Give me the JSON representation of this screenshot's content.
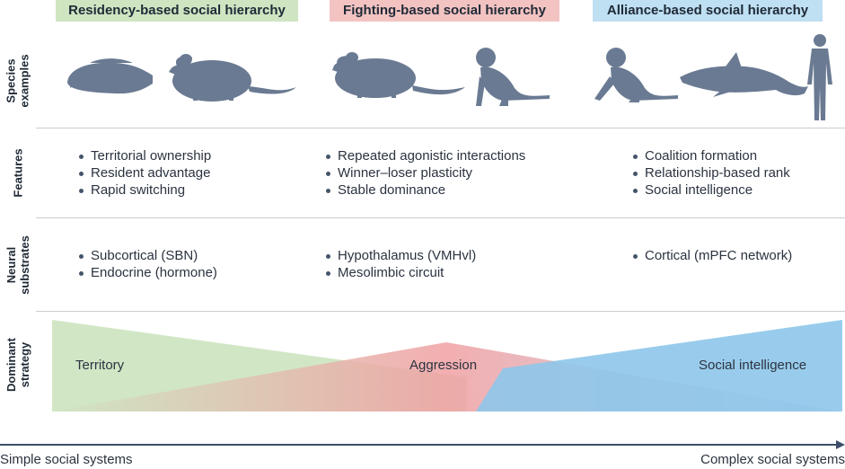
{
  "columns": [
    {
      "title": "Residency-based social hierarchy",
      "color": "#cfe5c2"
    },
    {
      "title": "Fighting-based social hierarchy",
      "color": "#f3c3c2"
    },
    {
      "title": "Alliance-based social hierarchy",
      "color": "#bfdff2"
    }
  ],
  "rows": {
    "species": "Species examples",
    "features": "Features",
    "neural": "Neural substrates",
    "strategy": "Dominant strategy"
  },
  "features": [
    [
      "Territorial ownership",
      "Resident advantage",
      "Rapid switching"
    ],
    [
      "Repeated agonistic interactions",
      "Winner–loser plasticity",
      "Stable dominance"
    ],
    [
      "Coalition formation",
      "Relationship-based rank",
      "Social intelligence"
    ]
  ],
  "neural": [
    [
      "Subcortical (SBN)",
      "Endocrine (hormone)"
    ],
    [
      "Hypothalamus (VMHvl)",
      "Mesolimbic circuit"
    ],
    [
      "Cortical (mPFC network)"
    ]
  ],
  "strategy": [
    "Territory",
    "Aggression",
    "Social intelligence"
  ],
  "axis": {
    "left": "Simple social systems",
    "right": "Complex social systems"
  },
  "icons": [
    "fish-icon",
    "mouse-icon",
    "mouse-icon",
    "monkey-icon",
    "monkey-icon",
    "dolphin-icon",
    "human-icon"
  ],
  "colors": {
    "territory": "#cfe5c2",
    "aggression": "#f0a0a2",
    "intelligence": "#8ec7ea",
    "silhouette": "#6a7a92",
    "axis": "#3d4f68"
  }
}
